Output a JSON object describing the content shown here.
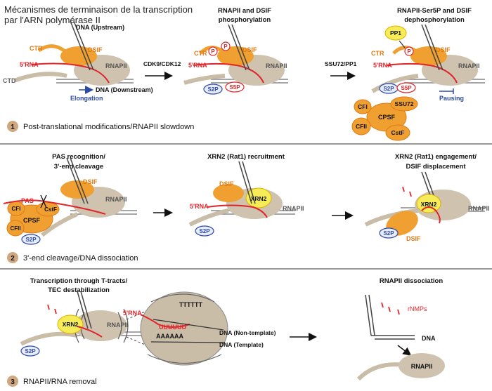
{
  "title": {
    "line1": "Mécanismes de terminaison de la transcription",
    "line2": "par l'ARN polymérase II"
  },
  "colors": {
    "orange": "#f0a030",
    "orange_dark": "#e07a12",
    "red": "#e0242a",
    "polymerase": "#cfc3b0",
    "yellow": "#f5ec58",
    "blue": "#2b4aa8",
    "blue_light": "#e8ecf8"
  },
  "panel1": {
    "step_number": "1",
    "caption": "Post-translational modifications/RNAPII slowdown",
    "arrow1_label": "CDK9/CDK12",
    "arrow2_label": "SSU72/PP1",
    "a": {
      "dna_upstream": "DNA (Upstream)",
      "ctr": "CTR",
      "dsif": "DSIF",
      "rna": "5'RNA",
      "rnapii": "RNAPII",
      "ctd": "CTD",
      "dna_downstream": "DNA (Downstream)",
      "elongation": "Elongation"
    },
    "b": {
      "title1": "RNAPII and DSIF",
      "title2": "phosphorylation",
      "ctr": "CTR",
      "p": "P",
      "dsif": "DSIF",
      "rna": "5'RNA",
      "rnapii": "RNAPII",
      "s2p": "S2P",
      "s5p": "S5P"
    },
    "c": {
      "title1": "RNAPII-Ser5P and DSIF",
      "title2": "dephosphorylation",
      "pp1": "PP1",
      "ctr": "CTR",
      "p": "P",
      "dsif": "DSIF",
      "rna": "5'RNA",
      "rnapii": "RNAPII",
      "s2p": "S2P",
      "s5p": "S5P",
      "ssu72": "SSU72",
      "cfi": "CFI",
      "cpsf": "CPSF",
      "cfii": "CFII",
      "cstf": "CstF",
      "pausing": "Pausing"
    }
  },
  "panel2": {
    "step_number": "2",
    "caption": "3'-end cleavage/DNA dissociation",
    "a": {
      "title1": "PAS recognition/",
      "title2": "3'-end cleavage",
      "pas": "PAS",
      "dsif": "DSIF",
      "cfi": "CFI",
      "cstf": "CstF",
      "cpsf": "CPSF",
      "cfii": "CFII",
      "rnapii": "RNAPII",
      "s2p": "S2P"
    },
    "b": {
      "title": "XRN2 (Rat1) recruitment",
      "dsif": "DSIF",
      "xrn2": "XRN2",
      "rna": "5'RNA",
      "rnapii": "RNAPII",
      "s2p": "S2P"
    },
    "c": {
      "title1": "XRN2 (Rat1) engagement/",
      "title2": "DSIF displacement",
      "xrn2": "XRN2",
      "rnapii": "RNAPII",
      "s2p": "S2P",
      "dsif": "DSIF"
    }
  },
  "panel3": {
    "step_number": "3",
    "caption": "RNAPII/RNA removal",
    "a": {
      "title1": "Transcription through T-tracts/",
      "title2": "TEC destabilization",
      "xrn2": "XRN2",
      "rna": "5'RNA",
      "rnapii": "RNAPII",
      "s2p": "S2P",
      "t_tract": "TTTTTT",
      "u_tract": "UUUUUU",
      "a_tract": "AAAAAA",
      "dna_nontemplate": "DNA (Non-template)",
      "dna_template": "DNA (Template)"
    },
    "b": {
      "title": "RNAPII dissociation",
      "rnmps": "rNMPs",
      "dna": "DNA",
      "rnapii": "RNAPII"
    }
  }
}
